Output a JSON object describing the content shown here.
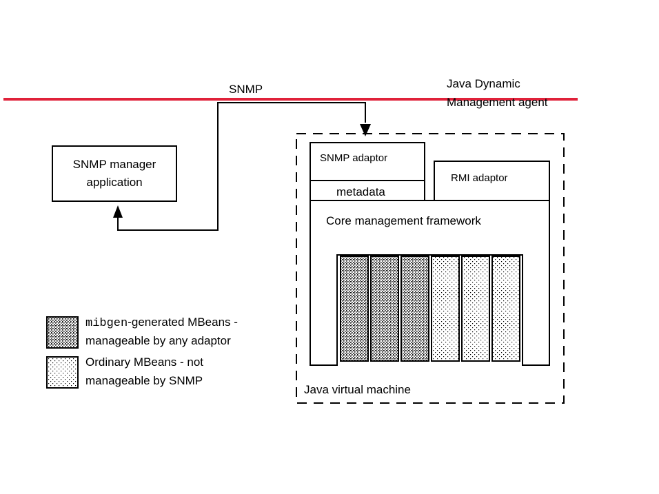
{
  "colors": {
    "network_line": "#e0213a",
    "stroke": "#000000",
    "background": "#ffffff"
  },
  "network": {
    "protocol_label": "SNMP",
    "agent_label_line1": "Java Dynamic",
    "agent_label_line2": "Management agent"
  },
  "manager": {
    "label_line1": "SNMP manager",
    "label_line2": "application"
  },
  "adaptors": {
    "snmp": "SNMP adaptor",
    "metadata": "metadata",
    "rmi": "RMI adaptor"
  },
  "framework": {
    "label": "Core management framework"
  },
  "jvm": {
    "label": "Java virtual machine"
  },
  "mbeans": {
    "generated_count": 3,
    "ordinary_count": 3
  },
  "legend": {
    "generated": {
      "code": "mibgen",
      "line1_rest": "-generated MBeans -",
      "line2": "manageable by any adaptor"
    },
    "ordinary": {
      "line1": "Ordinary MBeans - not",
      "line2": "manageable by SNMP"
    }
  }
}
